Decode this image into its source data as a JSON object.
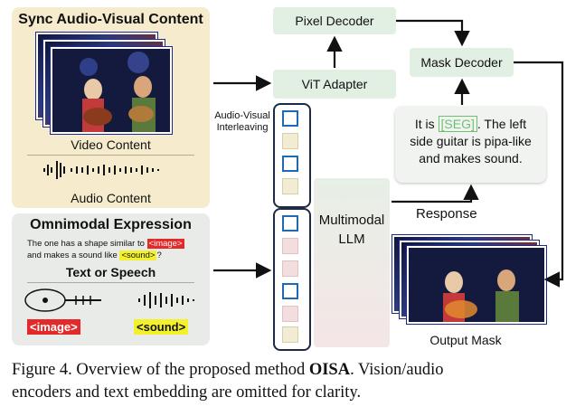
{
  "av_panel": {
    "title": "Sync Audio-Visual Content",
    "video_label": "Video Content",
    "audio_label": "Audio Content"
  },
  "om_panel": {
    "title": "Omnimodal Expression",
    "line1_prefix": "The one has a shape similar to ",
    "image_tag": "<image>",
    "line2_prefix": "and makes a sound like ",
    "sound_tag": "<sound>",
    "line2_suffix": "?",
    "subtitle": "Text or Speech",
    "image_button": "<image>",
    "sound_button": "<sound>"
  },
  "interleave_label_1": "Audio-Visual",
  "interleave_label_2": "Interleaving",
  "pixel_decoder": "Pixel Decoder",
  "vit_adapter": "ViT Adapter",
  "mask_decoder": "Mask Decoder",
  "llm_line1": "Multimodal",
  "llm_line2": "LLM",
  "response_box": {
    "pre": "It is ",
    "seg": "[SEG]",
    "post": ". The left",
    "line2": "side guitar is pipa-like",
    "line3": "and makes sound."
  },
  "response_label": "Response",
  "output_label": "Output Mask",
  "caption": {
    "prefix": "Figure 4.  Overview of the proposed method ",
    "method": "OISA",
    "suffix": ". Vision/audio",
    "line2": "encoders and text embedding are omitted for clarity."
  },
  "colors": {
    "av_bg": "#f6eccd",
    "om_bg": "#e8ebe8",
    "module_bg": "#e2efe3",
    "token_blue": "#1e6ab5",
    "seg_green": "#6fbf73"
  }
}
